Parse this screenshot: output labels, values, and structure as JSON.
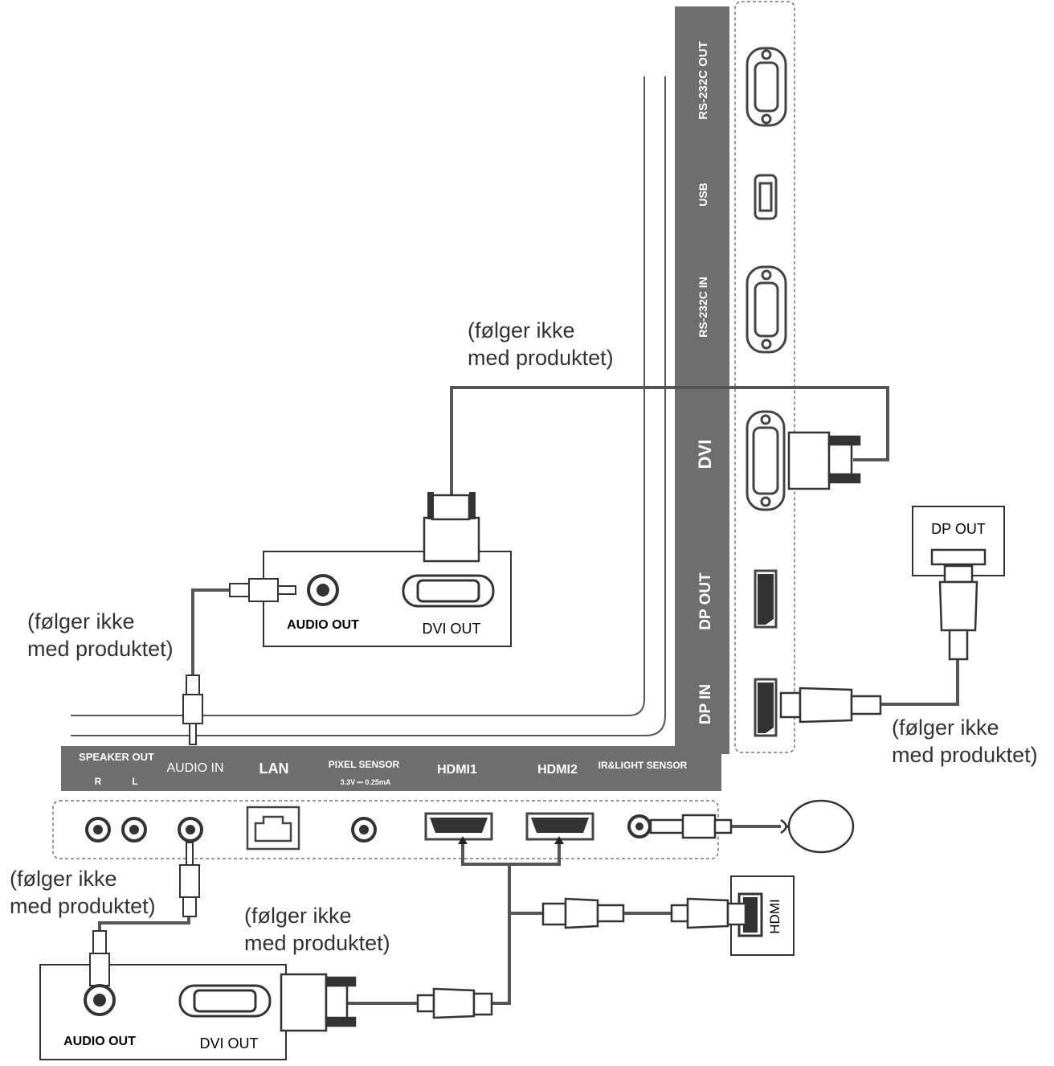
{
  "side_panel": {
    "labels": {
      "rs232c_out": "RS-232C OUT",
      "usb": "USB",
      "rs232c_in": "RS-232C IN",
      "dvi": "DVI",
      "dp_out": "DP OUT",
      "dp_in": "DP IN"
    }
  },
  "bottom_panel": {
    "labels": {
      "speaker_out": "SPEAKER OUT",
      "speaker_r": "R",
      "speaker_l": "L",
      "audio_in": "AUDIO IN",
      "lan": "LAN",
      "pixel_sensor": "PIXEL SENSOR",
      "pixel_sensor_spec": "3.3V ⎓ 0.25mA",
      "hdmi1": "HDMI1",
      "hdmi2": "HDMI2",
      "ir_light_sensor": "IR&LIGHT SENSOR"
    }
  },
  "external_devices": {
    "pc1_audio_out": "AUDIO OUT",
    "pc1_dvi_out": "DVI OUT",
    "pc2_audio_out": "AUDIO OUT",
    "pc2_dvi_out": "DVI OUT",
    "dp_device_label": "DP OUT",
    "hdmi_device_label": "HDMI"
  },
  "notes": {
    "note_dvi": "(følger ikke\nmed produktet)",
    "note_audio_upper": "(følger ikke\nmed produktet)",
    "note_dp": "(følger ikke\nmed produktet)",
    "note_audio_lower": "(følger ikke\nmed produktet)",
    "note_dvi_lower": "(følger ikke\nmed produktet)"
  },
  "colors": {
    "panel_gray": "#6e6e6e",
    "cable": "#555555",
    "outline": "#333333"
  }
}
